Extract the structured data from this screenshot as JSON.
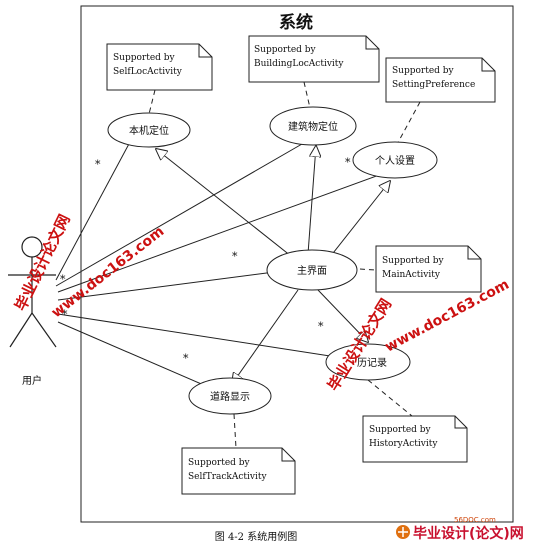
{
  "system": {
    "title": "系统"
  },
  "actor": {
    "label": "用户"
  },
  "use_cases": [
    {
      "id": "local-locate",
      "label": "本机定位"
    },
    {
      "id": "building-locate",
      "label": "建筑物定位"
    },
    {
      "id": "personal-settings",
      "label": "个人设置"
    },
    {
      "id": "main-interface",
      "label": "主界面"
    },
    {
      "id": "history-record",
      "label": "历记录"
    },
    {
      "id": "road-display",
      "label": "道路显示"
    }
  ],
  "notes": [
    {
      "id": "note-selfloc",
      "lines": [
        "Supported by",
        "SelfLocActivity"
      ]
    },
    {
      "id": "note-buildingloc",
      "lines": [
        "Supported by",
        "BuildingLocActivity"
      ]
    },
    {
      "id": "note-settingpref",
      "lines": [
        "Supported by",
        "SettingPreference"
      ]
    },
    {
      "id": "note-main",
      "lines": [
        "Supported by",
        "MainActivity"
      ]
    },
    {
      "id": "note-history",
      "lines": [
        "Supported by",
        "HistoryActivity"
      ]
    },
    {
      "id": "note-selftrack",
      "lines": [
        "Supported by",
        "SelfTrackActivity"
      ]
    }
  ],
  "multiplicity": "*",
  "caption": "图 4-2 系统用例图",
  "watermark": {
    "site_a": "毕业设计论文网",
    "site_b": "www.doc163.com",
    "corner_prefix": "56DOC.com",
    "corner_logo": "毕业设计(论文)网"
  },
  "colors": {
    "line": "#222222",
    "watermark": "#cc1111",
    "corner_red": "#c8102e"
  }
}
